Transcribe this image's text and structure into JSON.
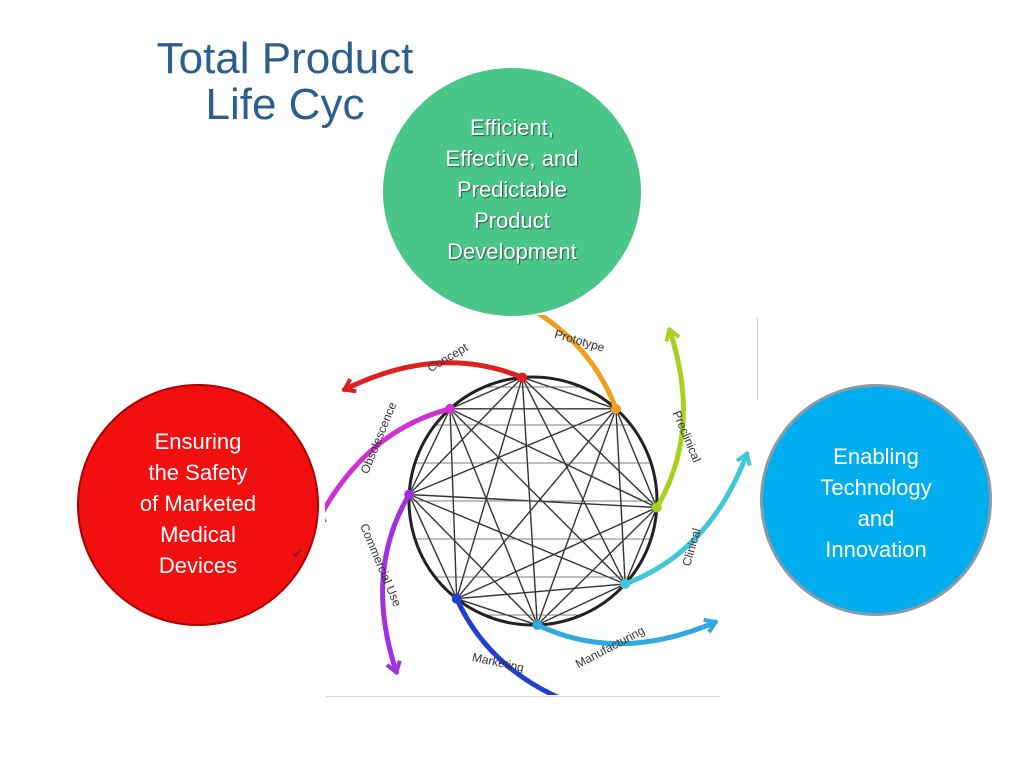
{
  "slide": {
    "title_line1": "Total Product",
    "title_line2": "Life Cyc"
  },
  "circles": {
    "top": {
      "text": "Efficient,\nEffective, and\nPredictable\nProduct\nDevelopment",
      "color": "#4ac788"
    },
    "left": {
      "text": "Ensuring\nthe Safety\nof Marketed\nMedical\nDevices",
      "color": "#f20f0f"
    },
    "right": {
      "text": "Enabling\nTechnology\nand\nInnovation",
      "color": "#00aeef"
    }
  },
  "cycle": {
    "stages": [
      {
        "label": "Concept",
        "color": "#e02020"
      },
      {
        "label": "Prototype",
        "color": "#f0a020"
      },
      {
        "label": "Preclinical",
        "color": "#a8d020"
      },
      {
        "label": "Clinical",
        "color": "#40c8d8"
      },
      {
        "label": "Manufacturing",
        "color": "#30a8e0"
      },
      {
        "label": "Marketing",
        "color": "#2040d0"
      },
      {
        "label": "Commercial Use",
        "color": "#a030e0"
      },
      {
        "label": "Obsolescence",
        "color": "#d030d0"
      }
    ]
  }
}
